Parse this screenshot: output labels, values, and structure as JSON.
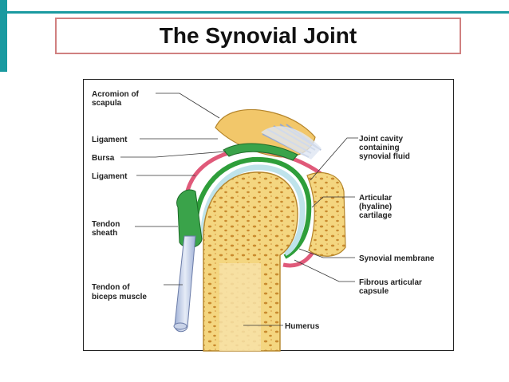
{
  "slide": {
    "title": "The Synovial Joint"
  },
  "labels": {
    "acromion_line1": "Acromion of",
    "acromion_line2": "scapula",
    "ligament_upper": "Ligament",
    "bursa": "Bursa",
    "ligament_lower": "Ligament",
    "tendon_sheath_line1": "Tendon",
    "tendon_sheath_line2": "sheath",
    "tendon_biceps_line1": "Tendon of",
    "tendon_biceps_line2": "biceps muscle",
    "joint_cavity_line1": "Joint cavity",
    "joint_cavity_line2": "containing",
    "joint_cavity_line3": "synovial fluid",
    "articular_line1": "Articular",
    "articular_line2": "(hyaline)",
    "articular_line3": "cartilage",
    "synovial_membrane": "Synovial membrane",
    "fibrous_line1": "Fibrous articular",
    "fibrous_line2": "capsule",
    "humerus": "Humerus"
  },
  "colors": {
    "accent": "#1a9aa0",
    "title_border": "#d08080",
    "bone": "#f2c76a",
    "bone_spongy": "#f5d98a",
    "cartilage": "#bfe3ea",
    "synovial_membrane": "#2e9e3a",
    "fibrous_capsule": "#e05a7a",
    "tendon": "#c9d3e8"
  }
}
